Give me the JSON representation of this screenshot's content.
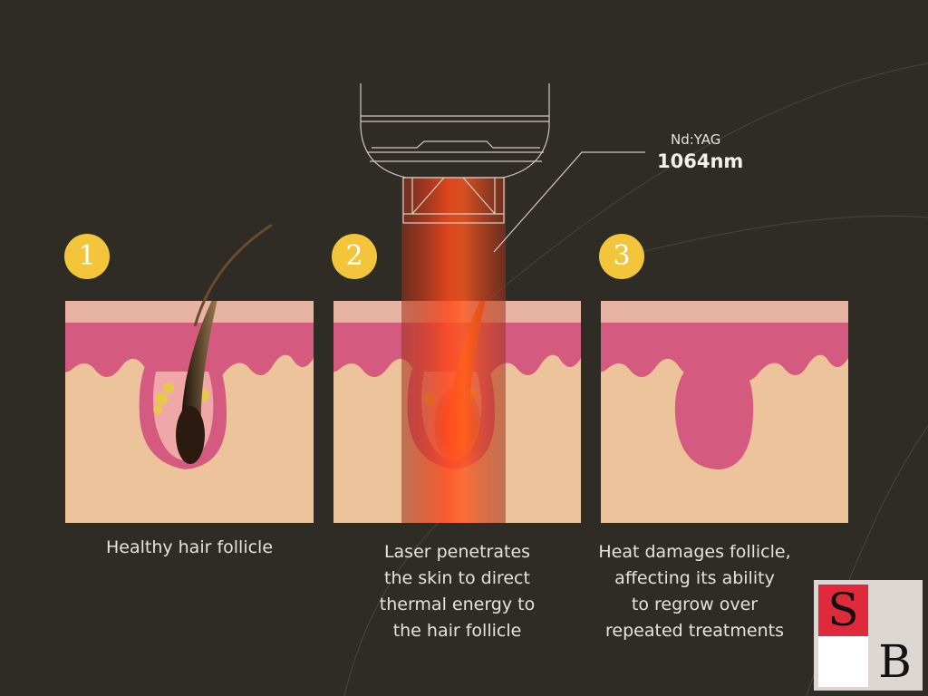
{
  "steps": [
    {
      "number": "1",
      "caption": [
        "Healthy hair follicle"
      ]
    },
    {
      "number": "2",
      "caption": [
        "Laser penetrates",
        "the skin to direct",
        "thermal energy to",
        "the hair follicle"
      ]
    },
    {
      "number": "3",
      "caption": [
        "Heat damages follicle,",
        "affecting its ability",
        "to regrow over",
        "repeated treatments"
      ]
    }
  ],
  "laser": {
    "type": "Nd:YAG",
    "wavelength": "1064nm"
  },
  "logo": {
    "letters": [
      "S",
      "B"
    ]
  },
  "colors": {
    "background": "#2f2b25",
    "badge": "#f2c53a",
    "epidermis": "#d45a7f",
    "dermis": "#ecc39a",
    "laser": "#ff4a1c",
    "logo_red": "#e02a3c"
  }
}
